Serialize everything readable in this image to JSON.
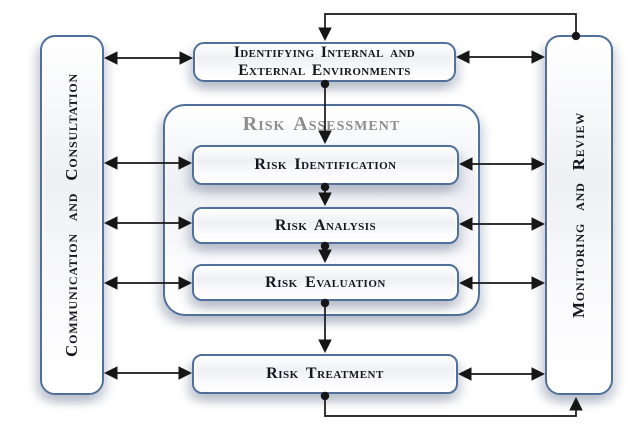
{
  "colors": {
    "box_border": "#50709b",
    "arrow": "#161616",
    "assessment_title_gray": "#8d8d8d",
    "label_text": "#16161f",
    "background": "#ffffff"
  },
  "panels": {
    "communication": {
      "label": "Communication and Consultation"
    },
    "monitoring": {
      "label": "Monitoring and Review"
    }
  },
  "process": {
    "environment_box": {
      "line1": "Identifying Internal and",
      "line2": "External Environments"
    },
    "assessment": {
      "title": "Risk Assessment",
      "steps": [
        {
          "label": "Risk Identification"
        },
        {
          "label": "Risk Analysis"
        },
        {
          "label": "Risk Evaluation"
        }
      ]
    },
    "treatment": {
      "label": "Risk Treatment"
    }
  }
}
